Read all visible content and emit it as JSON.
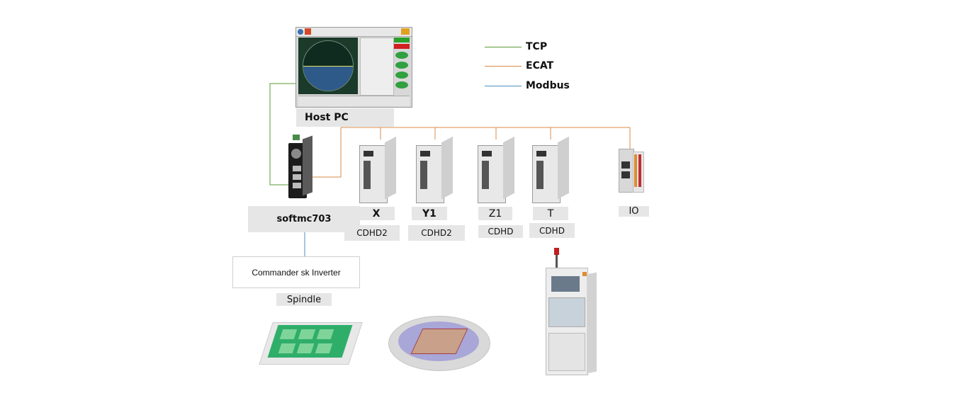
{
  "legend": [
    {
      "label": "TCP",
      "color": "#5a9b3a"
    },
    {
      "label": "ECAT",
      "color": "#d98b4a"
    },
    {
      "label": "Modbus",
      "color": "#4a90c2"
    }
  ],
  "host": {
    "label": "Host PC"
  },
  "controller": {
    "label": "softmc703"
  },
  "inverter": {
    "label": "Commander sk Inverter"
  },
  "spindle": {
    "label": "Spindle"
  },
  "drives": [
    {
      "axis": "X",
      "model": "CDHD2"
    },
    {
      "axis": "Y1",
      "model": "CDHD2"
    },
    {
      "axis": "Z1",
      "model": "CDHD"
    },
    {
      "axis": "T",
      "model": "CDHD"
    }
  ],
  "io": {
    "label": "IO"
  },
  "colors": {
    "tcp": "#5a9b3a",
    "ecat": "#d98b4a",
    "modbus": "#4a90c2",
    "label_bg": "#e6e6e6"
  }
}
